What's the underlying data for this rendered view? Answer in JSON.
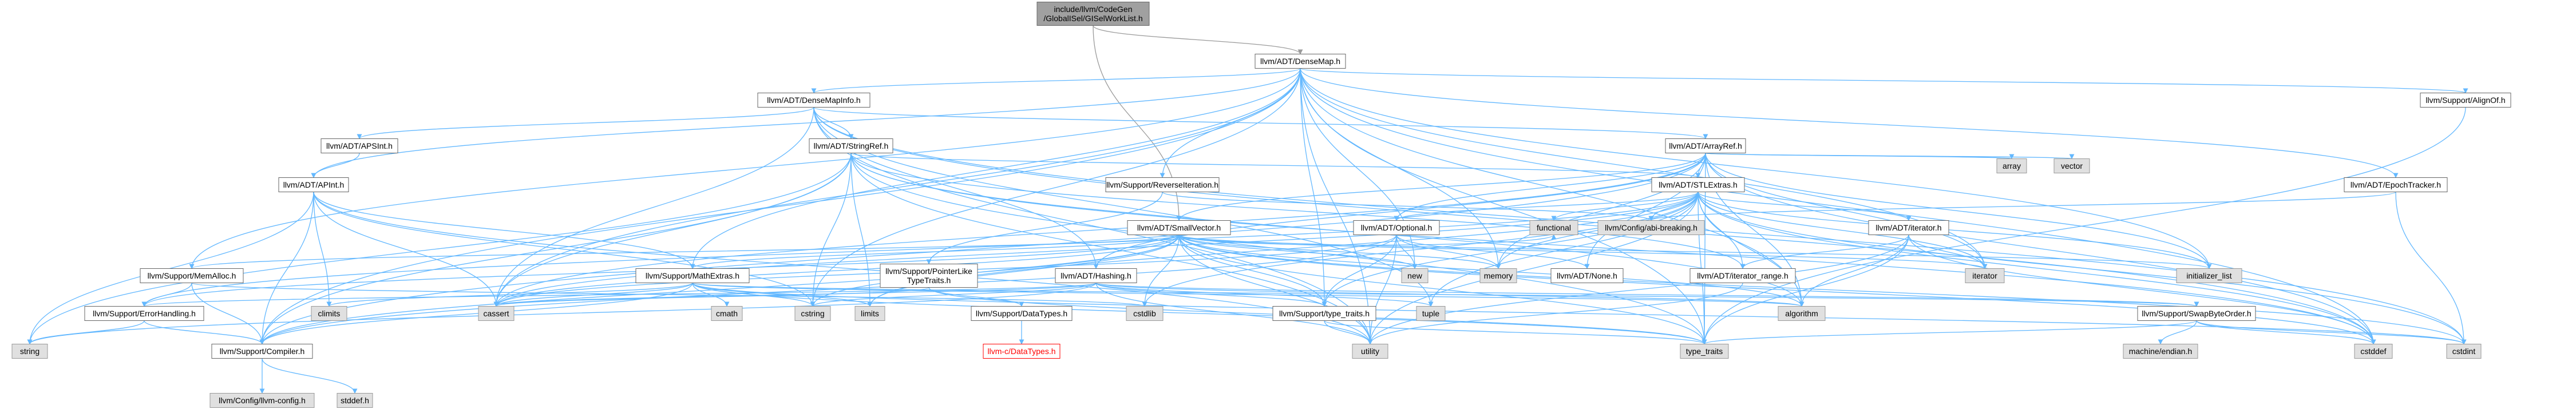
{
  "colors": {
    "edge": "#63b8ff",
    "edge_root": "#9a9a9a",
    "node_fill": "#ffffff",
    "node_stroke": "#666666",
    "system_fill": "#e0e0e0",
    "system_stroke": "#999999",
    "root_fill": "#a0a0a0",
    "root_stroke": "#666666",
    "missing_stroke": "#ff0000"
  },
  "nodes": [
    {
      "id": "root",
      "lines": [
        "include/llvm/CodeGen",
        "/GlobalISel/GISelWorkList.h"
      ],
      "style": "root"
    },
    {
      "id": "densemap",
      "lines": [
        "llvm/ADT/DenseMap.h"
      ],
      "style": "normal"
    },
    {
      "id": "densemapinfo",
      "lines": [
        "llvm/ADT/DenseMapInfo.h"
      ],
      "style": "normal"
    },
    {
      "id": "alignof",
      "lines": [
        "llvm/Support/AlignOf.h"
      ],
      "style": "normal"
    },
    {
      "id": "apsint",
      "lines": [
        "llvm/ADT/APSInt.h"
      ],
      "style": "normal"
    },
    {
      "id": "stringref",
      "lines": [
        "llvm/ADT/StringRef.h"
      ],
      "style": "normal"
    },
    {
      "id": "arrayref",
      "lines": [
        "llvm/ADT/ArrayRef.h"
      ],
      "style": "normal"
    },
    {
      "id": "apint",
      "lines": [
        "llvm/ADT/APInt.h"
      ],
      "style": "normal"
    },
    {
      "id": "reverseiteration",
      "lines": [
        "llvm/Support/ReverseIteration.h"
      ],
      "style": "normal"
    },
    {
      "id": "stlextras",
      "lines": [
        "llvm/ADT/STLExtras.h"
      ],
      "style": "normal"
    },
    {
      "id": "epochtracker",
      "lines": [
        "llvm/ADT/EpochTracker.h"
      ],
      "style": "normal"
    },
    {
      "id": "array",
      "lines": [
        "array"
      ],
      "style": "system"
    },
    {
      "id": "vector",
      "lines": [
        "vector"
      ],
      "style": "system"
    },
    {
      "id": "smallvector",
      "lines": [
        "llvm/ADT/SmallVector.h"
      ],
      "style": "normal"
    },
    {
      "id": "optional",
      "lines": [
        "llvm/ADT/Optional.h"
      ],
      "style": "normal"
    },
    {
      "id": "functional",
      "lines": [
        "functional"
      ],
      "style": "system"
    },
    {
      "id": "configabi",
      "lines": [
        "llvm/Config/abi-breaking.h"
      ],
      "style": "system"
    },
    {
      "id": "iteratorh",
      "lines": [
        "llvm/ADT/iterator.h"
      ],
      "style": "normal"
    },
    {
      "id": "memalloc",
      "lines": [
        "llvm/Support/MemAlloc.h"
      ],
      "style": "normal"
    },
    {
      "id": "mathextras",
      "lines": [
        "llvm/Support/MathExtras.h"
      ],
      "style": "normal"
    },
    {
      "id": "pointerlike",
      "lines": [
        "llvm/Support/PointerLike",
        "TypeTraits.h"
      ],
      "style": "normal"
    },
    {
      "id": "hashing",
      "lines": [
        "llvm/ADT/Hashing.h"
      ],
      "style": "normal"
    },
    {
      "id": "new",
      "lines": [
        "new"
      ],
      "style": "system"
    },
    {
      "id": "memory",
      "lines": [
        "memory"
      ],
      "style": "system"
    },
    {
      "id": "none",
      "lines": [
        "llvm/ADT/None.h"
      ],
      "style": "normal"
    },
    {
      "id": "iteratorrange",
      "lines": [
        "llvm/ADT/iterator_range.h"
      ],
      "style": "normal"
    },
    {
      "id": "iterator",
      "lines": [
        "iterator"
      ],
      "style": "system"
    },
    {
      "id": "initlist",
      "lines": [
        "initializer_list"
      ],
      "style": "system"
    },
    {
      "id": "errorhandling",
      "lines": [
        "llvm/Support/ErrorHandling.h"
      ],
      "style": "normal"
    },
    {
      "id": "climits",
      "lines": [
        "climits"
      ],
      "style": "system"
    },
    {
      "id": "cmath",
      "lines": [
        "cmath"
      ],
      "style": "system"
    },
    {
      "id": "cassert",
      "lines": [
        "cassert"
      ],
      "style": "system"
    },
    {
      "id": "cstring",
      "lines": [
        "cstring"
      ],
      "style": "system"
    },
    {
      "id": "limits",
      "lines": [
        "limits"
      ],
      "style": "system"
    },
    {
      "id": "datatypes",
      "lines": [
        "llvm/Support/DataTypes.h"
      ],
      "style": "normal"
    },
    {
      "id": "cstdlib",
      "lines": [
        "cstdlib"
      ],
      "style": "system"
    },
    {
      "id": "typetraitsllvm",
      "lines": [
        "llvm/Support/type_traits.h"
      ],
      "style": "normal"
    },
    {
      "id": "tuple",
      "lines": [
        "tuple"
      ],
      "style": "system"
    },
    {
      "id": "algorithm",
      "lines": [
        "algorithm"
      ],
      "style": "system"
    },
    {
      "id": "swapbyteorder",
      "lines": [
        "llvm/Support/SwapByteOrder.h"
      ],
      "style": "normal"
    },
    {
      "id": "string",
      "lines": [
        "string"
      ],
      "style": "system"
    },
    {
      "id": "compiler",
      "lines": [
        "llvm/Support/Compiler.h"
      ],
      "style": "normal"
    },
    {
      "id": "cdatatypes",
      "lines": [
        "llvm-c/DataTypes.h"
      ],
      "style": "missing"
    },
    {
      "id": "utility",
      "lines": [
        "utility"
      ],
      "style": "system"
    },
    {
      "id": "typetraits",
      "lines": [
        "type_traits"
      ],
      "style": "system"
    },
    {
      "id": "machineendian",
      "lines": [
        "machine/endian.h"
      ],
      "style": "system"
    },
    {
      "id": "cstddef",
      "lines": [
        "cstddef"
      ],
      "style": "system"
    },
    {
      "id": "cstdint",
      "lines": [
        "cstdint"
      ],
      "style": "system"
    },
    {
      "id": "llvmconfig",
      "lines": [
        "llvm/Config/llvm-config.h"
      ],
      "style": "system"
    },
    {
      "id": "stddef",
      "lines": [
        "stddef.h"
      ],
      "style": "system"
    }
  ],
  "edges": [
    [
      "root",
      "densemap"
    ],
    [
      "root",
      "smallvector"
    ],
    [
      "densemap",
      "densemapinfo"
    ],
    [
      "densemap",
      "alignof"
    ],
    [
      "densemap",
      "epochtracker"
    ],
    [
      "densemap",
      "reverseiteration"
    ],
    [
      "densemap",
      "apint"
    ],
    [
      "densemap",
      "memalloc"
    ],
    [
      "densemap",
      "mathextras"
    ],
    [
      "densemap",
      "compiler"
    ],
    [
      "densemap",
      "typetraitsllvm"
    ],
    [
      "densemap",
      "algorithm"
    ],
    [
      "densemap",
      "cassert"
    ],
    [
      "densemap",
      "cstddef"
    ],
    [
      "densemap",
      "cstring"
    ],
    [
      "densemap",
      "initlist"
    ],
    [
      "densemap",
      "iterator"
    ],
    [
      "densemap",
      "new"
    ],
    [
      "densemap",
      "utility"
    ],
    [
      "densemap",
      "typetraits"
    ],
    [
      "densemap",
      "memory"
    ],
    [
      "densemapinfo",
      "apsint"
    ],
    [
      "densemapinfo",
      "arrayref"
    ],
    [
      "densemapinfo",
      "hashing"
    ],
    [
      "densemapinfo",
      "stringref"
    ],
    [
      "densemapinfo",
      "cassert"
    ],
    [
      "densemapinfo",
      "cstddef"
    ],
    [
      "densemapinfo",
      "cstdint"
    ],
    [
      "densemapinfo",
      "tuple"
    ],
    [
      "densemapinfo",
      "utility"
    ],
    [
      "alignof",
      "typetraits"
    ],
    [
      "apsint",
      "apint"
    ],
    [
      "apint",
      "compiler"
    ],
    [
      "apint",
      "mathextras"
    ],
    [
      "apint",
      "cassert"
    ],
    [
      "apint",
      "climits"
    ],
    [
      "apint",
      "cstring"
    ],
    [
      "apint",
      "utility"
    ],
    [
      "apint",
      "string"
    ],
    [
      "stringref",
      "stlextras"
    ],
    [
      "stringref",
      "iteratorrange"
    ],
    [
      "stringref",
      "compiler"
    ],
    [
      "stringref",
      "algorithm"
    ],
    [
      "stringref",
      "cassert"
    ],
    [
      "stringref",
      "cstddef"
    ],
    [
      "stringref",
      "cstring"
    ],
    [
      "stringref",
      "limits"
    ],
    [
      "stringref",
      "string"
    ],
    [
      "stringref",
      "typetraits"
    ],
    [
      "stringref",
      "utility"
    ],
    [
      "arrayref",
      "hashing"
    ],
    [
      "arrayref",
      "none"
    ],
    [
      "arrayref",
      "smallvector"
    ],
    [
      "arrayref",
      "stlextras"
    ],
    [
      "arrayref",
      "compiler"
    ],
    [
      "arrayref",
      "algorithm"
    ],
    [
      "arrayref",
      "array"
    ],
    [
      "arrayref",
      "cassert"
    ],
    [
      "arrayref",
      "cstddef"
    ],
    [
      "arrayref",
      "initlist"
    ],
    [
      "arrayref",
      "iterator"
    ],
    [
      "arrayref",
      "memory"
    ],
    [
      "arrayref",
      "typetraits"
    ],
    [
      "arrayref",
      "vector"
    ],
    [
      "arrayref",
      "optional"
    ],
    [
      "stlextras",
      "optional"
    ],
    [
      "stlextras",
      "iteratorh"
    ],
    [
      "stlextras",
      "iteratorrange"
    ],
    [
      "stlextras",
      "configabi"
    ],
    [
      "stlextras",
      "errorhandling"
    ],
    [
      "stlextras",
      "algorithm"
    ],
    [
      "stlextras",
      "cassert"
    ],
    [
      "stlextras",
      "cstddef"
    ],
    [
      "stlextras",
      "cstdint"
    ],
    [
      "stlextras",
      "cstdlib"
    ],
    [
      "stlextras",
      "functional"
    ],
    [
      "stlextras",
      "initlist"
    ],
    [
      "stlextras",
      "iterator"
    ],
    [
      "stlextras",
      "limits"
    ],
    [
      "stlextras",
      "memory"
    ],
    [
      "stlextras",
      "tuple"
    ],
    [
      "stlextras",
      "typetraits"
    ],
    [
      "stlextras",
      "utility"
    ],
    [
      "stlextras",
      "typetraitsllvm"
    ],
    [
      "epochtracker",
      "configabi"
    ],
    [
      "epochtracker",
      "cstdint"
    ],
    [
      "reverseiteration",
      "configabi"
    ],
    [
      "reverseiteration",
      "pointerlike"
    ],
    [
      "smallvector",
      "compiler"
    ],
    [
      "smallvector",
      "errorhandling"
    ],
    [
      "smallvector",
      "mathextras"
    ],
    [
      "smallvector",
      "memalloc"
    ],
    [
      "smallvector",
      "typetraitsllvm"
    ],
    [
      "smallvector",
      "algorithm"
    ],
    [
      "smallvector",
      "cassert"
    ],
    [
      "smallvector",
      "cstddef"
    ],
    [
      "smallvector",
      "cstdlib"
    ],
    [
      "smallvector",
      "cstring"
    ],
    [
      "smallvector",
      "functional"
    ],
    [
      "smallvector",
      "initlist"
    ],
    [
      "smallvector",
      "iterator"
    ],
    [
      "smallvector",
      "limits"
    ],
    [
      "smallvector",
      "memory"
    ],
    [
      "smallvector",
      "new"
    ],
    [
      "smallvector",
      "typetraits"
    ],
    [
      "smallvector",
      "utility"
    ],
    [
      "smallvector",
      "cstdint"
    ],
    [
      "optional",
      "none"
    ],
    [
      "optional",
      "compiler"
    ],
    [
      "optional",
      "typetraitsllvm"
    ],
    [
      "optional",
      "cassert"
    ],
    [
      "optional",
      "memory"
    ],
    [
      "optional",
      "new"
    ],
    [
      "optional",
      "utility"
    ],
    [
      "iteratorh",
      "iteratorrange"
    ],
    [
      "iteratorh",
      "algorithm"
    ],
    [
      "iteratorh",
      "cstddef"
    ],
    [
      "iteratorh",
      "iterator"
    ],
    [
      "iteratorh",
      "typetraits"
    ],
    [
      "iteratorh",
      "utility"
    ],
    [
      "memalloc",
      "compiler"
    ],
    [
      "memalloc",
      "errorhandling"
    ],
    [
      "memalloc",
      "cstdlib"
    ],
    [
      "mathextras",
      "compiler"
    ],
    [
      "mathextras",
      "algorithm"
    ],
    [
      "mathextras",
      "cassert"
    ],
    [
      "mathextras",
      "climits"
    ],
    [
      "mathextras",
      "cmath"
    ],
    [
      "mathextras",
      "cstdint"
    ],
    [
      "mathextras",
      "cstring"
    ],
    [
      "mathextras",
      "limits"
    ],
    [
      "mathextras",
      "typetraits"
    ],
    [
      "mathextras",
      "swapbyteorder"
    ],
    [
      "pointerlike",
      "datatypes"
    ],
    [
      "pointerlike",
      "cassert"
    ],
    [
      "pointerlike",
      "typetraits"
    ],
    [
      "hashing",
      "errorhandling"
    ],
    [
      "hashing",
      "swapbyteorder"
    ],
    [
      "hashing",
      "typetraitsllvm"
    ],
    [
      "hashing",
      "algorithm"
    ],
    [
      "hashing",
      "cassert"
    ],
    [
      "hashing",
      "cstring"
    ],
    [
      "hashing",
      "string"
    ],
    [
      "hashing",
      "tuple"
    ],
    [
      "hashing",
      "utility"
    ],
    [
      "iteratorrange",
      "utility"
    ],
    [
      "errorhandling",
      "compiler"
    ],
    [
      "errorhandling",
      "string"
    ],
    [
      "datatypes",
      "cdatatypes"
    ],
    [
      "typetraitsllvm",
      "utility"
    ],
    [
      "typetraitsllvm",
      "typetraits"
    ],
    [
      "swapbyteorder",
      "cstddef"
    ],
    [
      "swapbyteorder",
      "cstdint"
    ],
    [
      "swapbyteorder",
      "typetraits"
    ],
    [
      "swapbyteorder",
      "machineendian"
    ],
    [
      "compiler",
      "llvmconfig"
    ],
    [
      "compiler",
      "stddef"
    ]
  ]
}
